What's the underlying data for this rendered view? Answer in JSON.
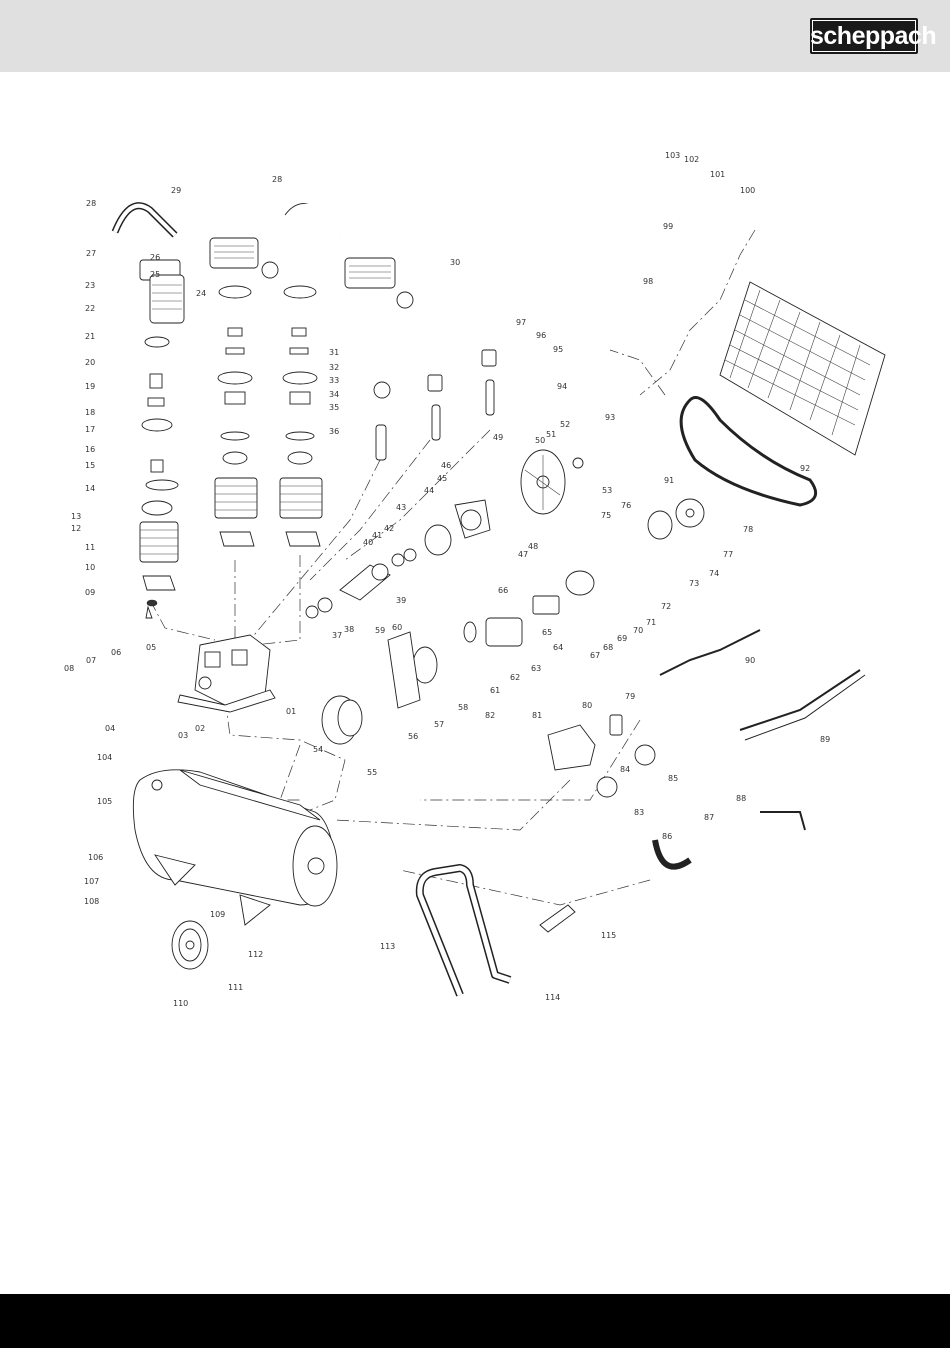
{
  "brand": {
    "logo_text": "scheppach"
  },
  "labels": [
    "01",
    "02",
    "03",
    "04",
    "05",
    "06",
    "07",
    "08",
    "09",
    "10",
    "11",
    "12",
    "13",
    "14",
    "15",
    "16",
    "17",
    "18",
    "19",
    "20",
    "21",
    "22",
    "23",
    "24",
    "25",
    "26",
    "27",
    "28",
    "28",
    "29",
    "30",
    "31",
    "32",
    "33",
    "34",
    "35",
    "36",
    "37",
    "38",
    "39",
    "40",
    "41",
    "42",
    "43",
    "44",
    "45",
    "46",
    "47",
    "48",
    "49",
    "50",
    "51",
    "52",
    "53",
    "54",
    "55",
    "56",
    "57",
    "58",
    "59",
    "60",
    "61",
    "62",
    "63",
    "64",
    "65",
    "66",
    "67",
    "68",
    "69",
    "70",
    "71",
    "72",
    "73",
    "74",
    "75",
    "76",
    "77",
    "78",
    "79",
    "80",
    "81",
    "82",
    "83",
    "84",
    "85",
    "86",
    "87",
    "88",
    "89",
    "90",
    "91",
    "92",
    "93",
    "94",
    "95",
    "96",
    "97",
    "98",
    "99",
    "100",
    "101",
    "102",
    "103",
    "104",
    "105",
    "106",
    "107",
    "108",
    "109",
    "110",
    "111",
    "112",
    "113",
    "114",
    "115"
  ]
}
